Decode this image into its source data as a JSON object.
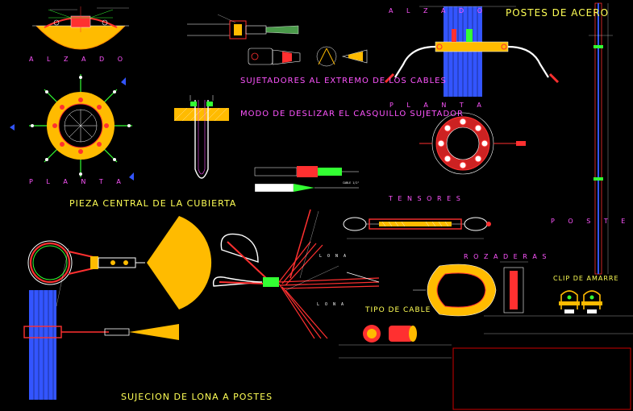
{
  "titles": {
    "postes_de_acero": "POSTES DE ACERO",
    "alzado_left": "A L Z A D O",
    "planta_left": "P L A N T A",
    "pieza_central": "PIEZA CENTRAL DE LA CUBIERTA",
    "sujetadores": "SUJETADORES AL EXTREMO DE LOS CABLES",
    "modo_deslizar": "MODO DE DESLIZAR EL CASQUILLO SUJETADOR",
    "alzado_right": "A L Z A D O",
    "planta_right": "P L A N T A",
    "tensores": "T E N S O R E S",
    "poste": "P O S T E",
    "rozaderas": "R O Z A D E R A S",
    "clip_de_amarre": "CLIP DE AMARRE",
    "tipo_de_cable": "TIPO  DE  CABLE",
    "sujecion": "SUJECION  DE  LONA  A  POSTES"
  },
  "labels": {
    "lona": "L O N A",
    "cable_in": "CABLE 1/2\""
  },
  "colors": {
    "background": "#000000",
    "title_yellow": "#ffff55",
    "title_magenta": "#ff55ff",
    "fill_orange": "#ffbb00",
    "cable_red": "#ff3030",
    "cable_blue": "#3355ff",
    "accent_green": "#33ff33",
    "note_blue": "#7fa8ff",
    "frame_red": "#cc0000"
  },
  "icons": [
    "hub-alzado-drawing",
    "hub-planta-drawing",
    "cable-socket-drawing",
    "u-bolt-drawing",
    "post-alzado-drawing",
    "flange-planta-drawing",
    "turnbuckle-drawing",
    "thimble-drawing",
    "wire-clip-drawing",
    "cable-section-drawing",
    "post-mast-drawing",
    "lona-joint-drawing",
    "title-block-frame"
  ]
}
